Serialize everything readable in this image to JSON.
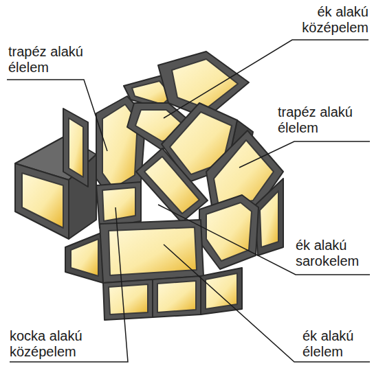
{
  "diagram": {
    "labels": [
      "ék alakú középelem",
      "trapéz alakú élelem",
      "trapéz alakú élelem",
      "ék alakú sarokelem",
      "kocka alakú középelem",
      "ék alakú élelem"
    ]
  }
}
